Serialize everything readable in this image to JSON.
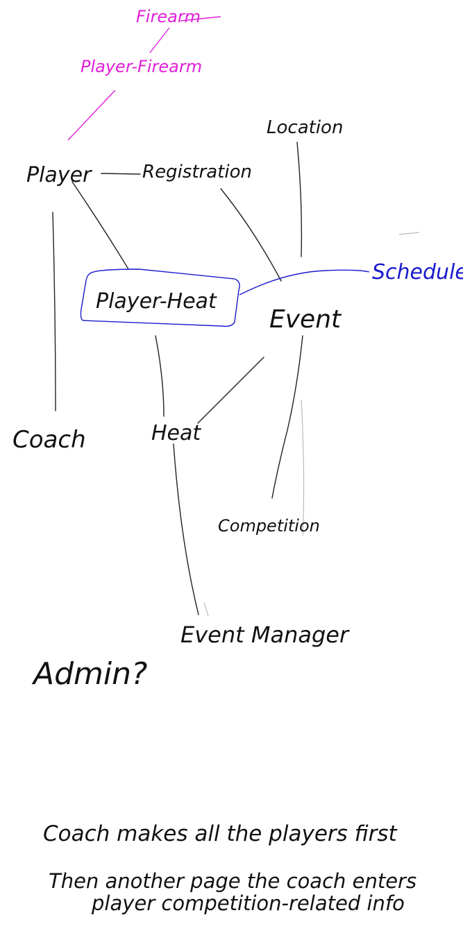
{
  "colors": {
    "ink": "#111111",
    "magenta": "#e020d8",
    "blue": "#1a1acc"
  },
  "nodes": {
    "firearm": "Firearm",
    "player_firearm": "Player-Firearm",
    "player": "Player",
    "registration": "Registration",
    "location": "Location",
    "scheduler": "Scheduler",
    "player_heat": "Player-Heat",
    "event": "Event",
    "coach": "Coach",
    "heat": "Heat",
    "competition": "Competition",
    "event_manager": "Event Manager",
    "admin": "Admin?"
  },
  "notes": {
    "line1": "Coach makes all the players first",
    "line2": "Then another page the coach enters",
    "line3": "player competition-related info"
  }
}
